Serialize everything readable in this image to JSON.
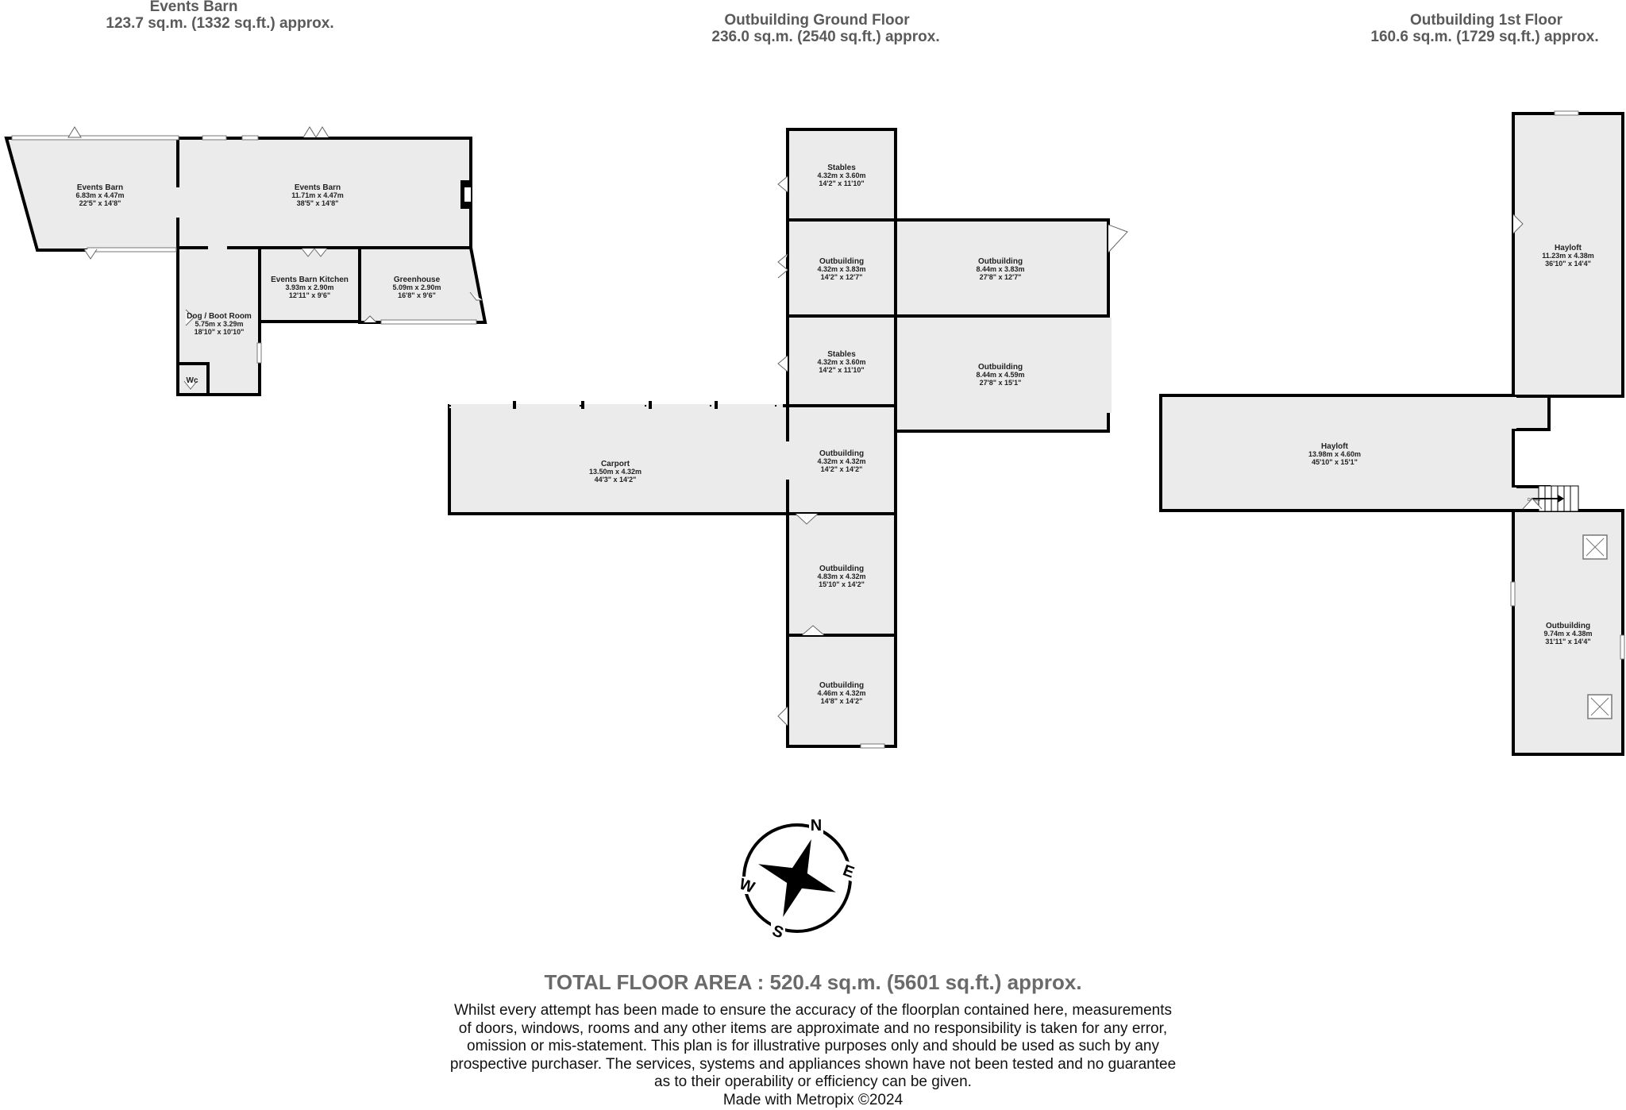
{
  "headers": [
    {
      "title": "Events Barn",
      "area": "123.7 sq.m. (1332 sq.ft.) approx."
    },
    {
      "title": "Outbuilding Ground Floor",
      "area": "236.0 sq.m. (2540 sq.ft.) approx."
    },
    {
      "title": "Outbuilding 1st Floor",
      "area": "160.6 sq.m. (1729 sq.ft.) approx."
    }
  ],
  "rooms": {
    "events_barn_west": {
      "name": "Events Barn",
      "metric": "6.83m  x 4.47m",
      "imperial": "22'5\"  x 14'8\""
    },
    "events_barn_main": {
      "name": "Events Barn",
      "metric": "11.71m  x 4.47m",
      "imperial": "38'5\"  x 14'8\""
    },
    "kitchen": {
      "name": "Events Barn Kitchen",
      "metric": "3.93m  x 2.90m",
      "imperial": "12'11\"  x 9'6\""
    },
    "greenhouse": {
      "name": "Greenhouse",
      "metric": "5.09m  x 2.90m",
      "imperial": "16'8\"  x 9'6\""
    },
    "boot_room": {
      "name": "Dog / Boot Room",
      "metric": "5.75m  x 3.29m",
      "imperial": "18'10\"  x 10'10\""
    },
    "wc": {
      "name": "Wc"
    },
    "stables_north": {
      "name": "Stables",
      "metric": "4.32m  x 3.60m",
      "imperial": "14'2\"  x 11'10\""
    },
    "outbuilding_a": {
      "name": "Outbuilding",
      "metric": "4.32m  x 3.83m",
      "imperial": "14'2\"  x 12'7\""
    },
    "outbuilding_b": {
      "name": "Outbuilding",
      "metric": "8.44m  x 3.83m",
      "imperial": "27'8\"  x 12'7\""
    },
    "stables_south": {
      "name": "Stables",
      "metric": "4.32m  x 3.60m",
      "imperial": "14'2\"  x 11'10\""
    },
    "outbuilding_c": {
      "name": "Outbuilding",
      "metric": "8.44m  x 4.59m",
      "imperial": "27'8\"  x 15'1\""
    },
    "carport": {
      "name": "Carport",
      "metric": "13.50m  x 4.32m",
      "imperial": "44'3\"  x 14'2\""
    },
    "outbuilding_d": {
      "name": "Outbuilding",
      "metric": "4.32m  x 4.32m",
      "imperial": "14'2\"  x 14'2\""
    },
    "outbuilding_e": {
      "name": "Outbuilding",
      "metric": "4.83m  x 4.32m",
      "imperial": "15'10\"  x 14'2\""
    },
    "outbuilding_f": {
      "name": "Outbuilding",
      "metric": "4.46m  x 4.32m",
      "imperial": "14'8\"  x 14'2\""
    },
    "hayloft_north": {
      "name": "Hayloft",
      "metric": "11.23m  x 4.38m",
      "imperial": "36'10\"  x 14'4\""
    },
    "hayloft_main": {
      "name": "Hayloft",
      "metric": "13.98m  x 4.60m",
      "imperial": "45'10\"  x 15'1\""
    },
    "outbuilding_upper": {
      "name": "Outbuilding",
      "metric": "9.74m  x 4.38m",
      "imperial": "31'11\"  x 14'4\""
    }
  },
  "stair_label": "DOWN",
  "compass": {
    "n": "N",
    "e": "E",
    "s": "S",
    "w": "W"
  },
  "footer": {
    "total": "TOTAL FLOOR AREA : 520.4 sq.m. (5601 sq.ft.) approx.",
    "disclaimer": [
      "Whilst every attempt has been made to ensure the accuracy of the floorplan contained here, measurements",
      "of doors, windows, rooms and any other items are approximate and no responsibility is taken for any error,",
      "omission or mis-statement. This plan is for illustrative purposes only and should be used as such by any",
      "prospective purchaser. The services, systems and appliances shown have not been tested and no guarantee",
      "as to their operability or efficiency can be given."
    ],
    "made_with": "Made with Metropix ©2024"
  }
}
